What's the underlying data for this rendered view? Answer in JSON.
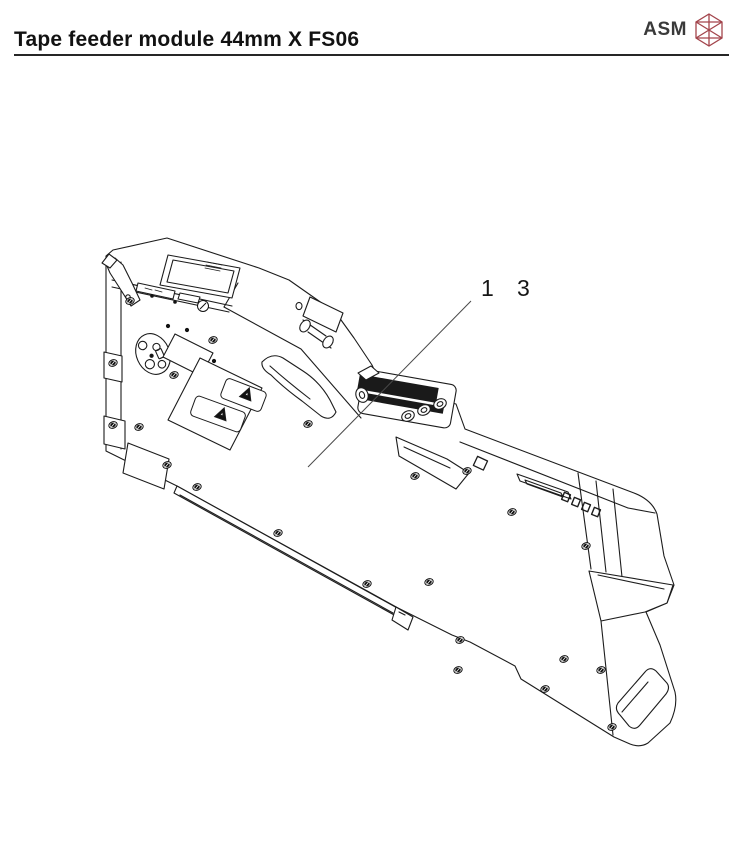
{
  "page": {
    "title": "Tape feeder module 44mm X FS06"
  },
  "logo": {
    "text": "ASM",
    "icon": "asm-hexagon-logo-icon",
    "icon_color": "#a3454c",
    "text_color": "#3a3a3a"
  },
  "figure": {
    "kind": "technical-line-drawing",
    "subject": "Tape feeder module 44mm X FS06 — isometric view",
    "line_color": "#1c1c1c",
    "callouts": [
      {
        "label": "1"
      },
      {
        "label": "3"
      }
    ],
    "icons": [
      "warning-triangle-icon"
    ]
  }
}
